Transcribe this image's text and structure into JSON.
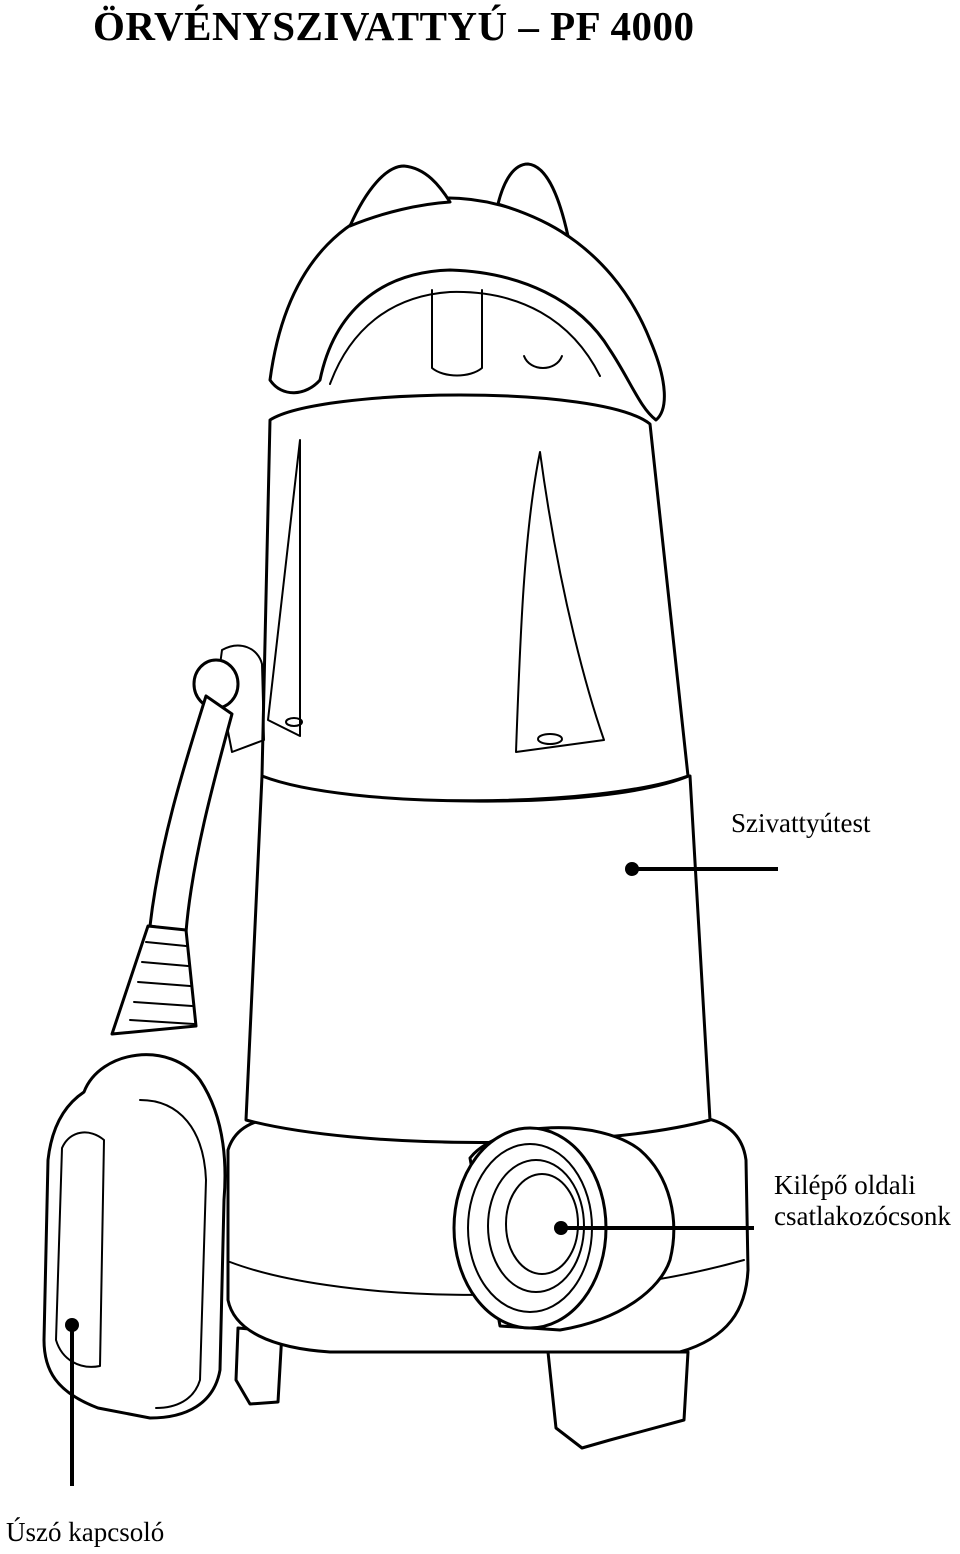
{
  "title": "ÖRVÉNYSZIVATTYÚ – PF 4000",
  "labels": {
    "pump_body": "Szivattyútest",
    "outlet": [
      "Kilépő oldali",
      "csatlakozócsonk"
    ],
    "float_switch": "Úszó kapcsoló"
  },
  "colors": {
    "line": "#000000",
    "background": "#ffffff"
  }
}
